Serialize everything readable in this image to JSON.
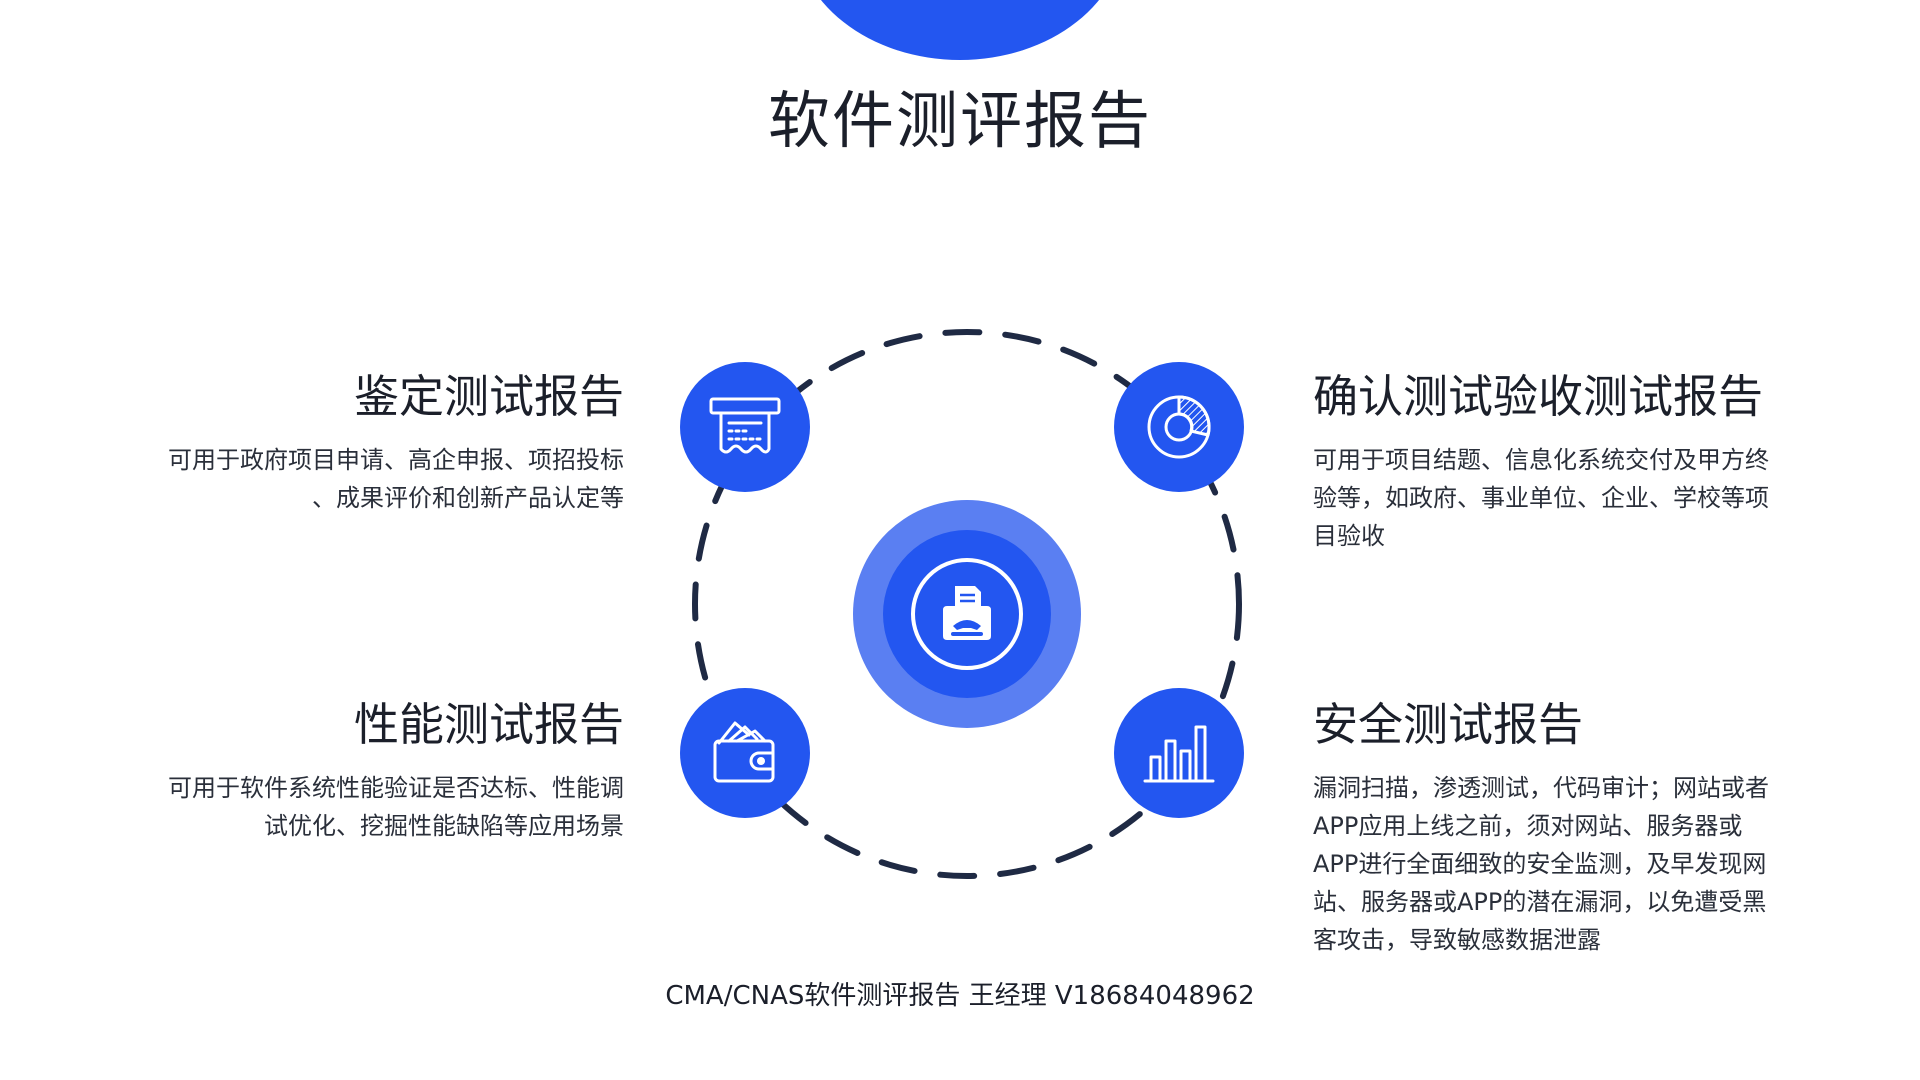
{
  "title": "软件测评报告",
  "colors": {
    "accent": "#2356f0",
    "center_outer": "#5a7ff2",
    "ring": "#1f2a44"
  },
  "center": {
    "icon": "fax-machine-icon"
  },
  "cards": [
    {
      "id": "appraisal",
      "icon": "receipt-icon",
      "title": "鉴定测试报告",
      "body_lines": [
        "可用于政府项目申请、高企申报、项招投标",
        "、成果评价和创新产品认定等"
      ]
    },
    {
      "id": "acceptance",
      "icon": "pie-chart-icon",
      "title": "确认测试验收测试报告",
      "body_lines": [
        "可用于项目结题、信息化系统交付及甲方终",
        "验等，如政府、事业单位、企业、学校等项",
        "目验收"
      ]
    },
    {
      "id": "performance",
      "icon": "wallet-icon",
      "title": "性能测试报告",
      "body_lines": [
        "可用于软件系统性能验证是否达标、性能调",
        "试优化、挖掘性能缺陷等应用场景"
      ]
    },
    {
      "id": "security",
      "icon": "bar-chart-icon",
      "title": "安全测试报告",
      "body_lines": [
        "漏洞扫描，渗透测试，代码审计；网站或者",
        "APP应用上线之前，须对网站、服务器或",
        "APP进行全面细致的安全监测，及早发现网",
        "站、服务器或APP的潜在漏洞，以免遭受黑",
        "客攻击，导致敏感数据泄露"
      ]
    }
  ],
  "footer": "CMA/CNAS软件测评报告 王经理 V18684048962"
}
